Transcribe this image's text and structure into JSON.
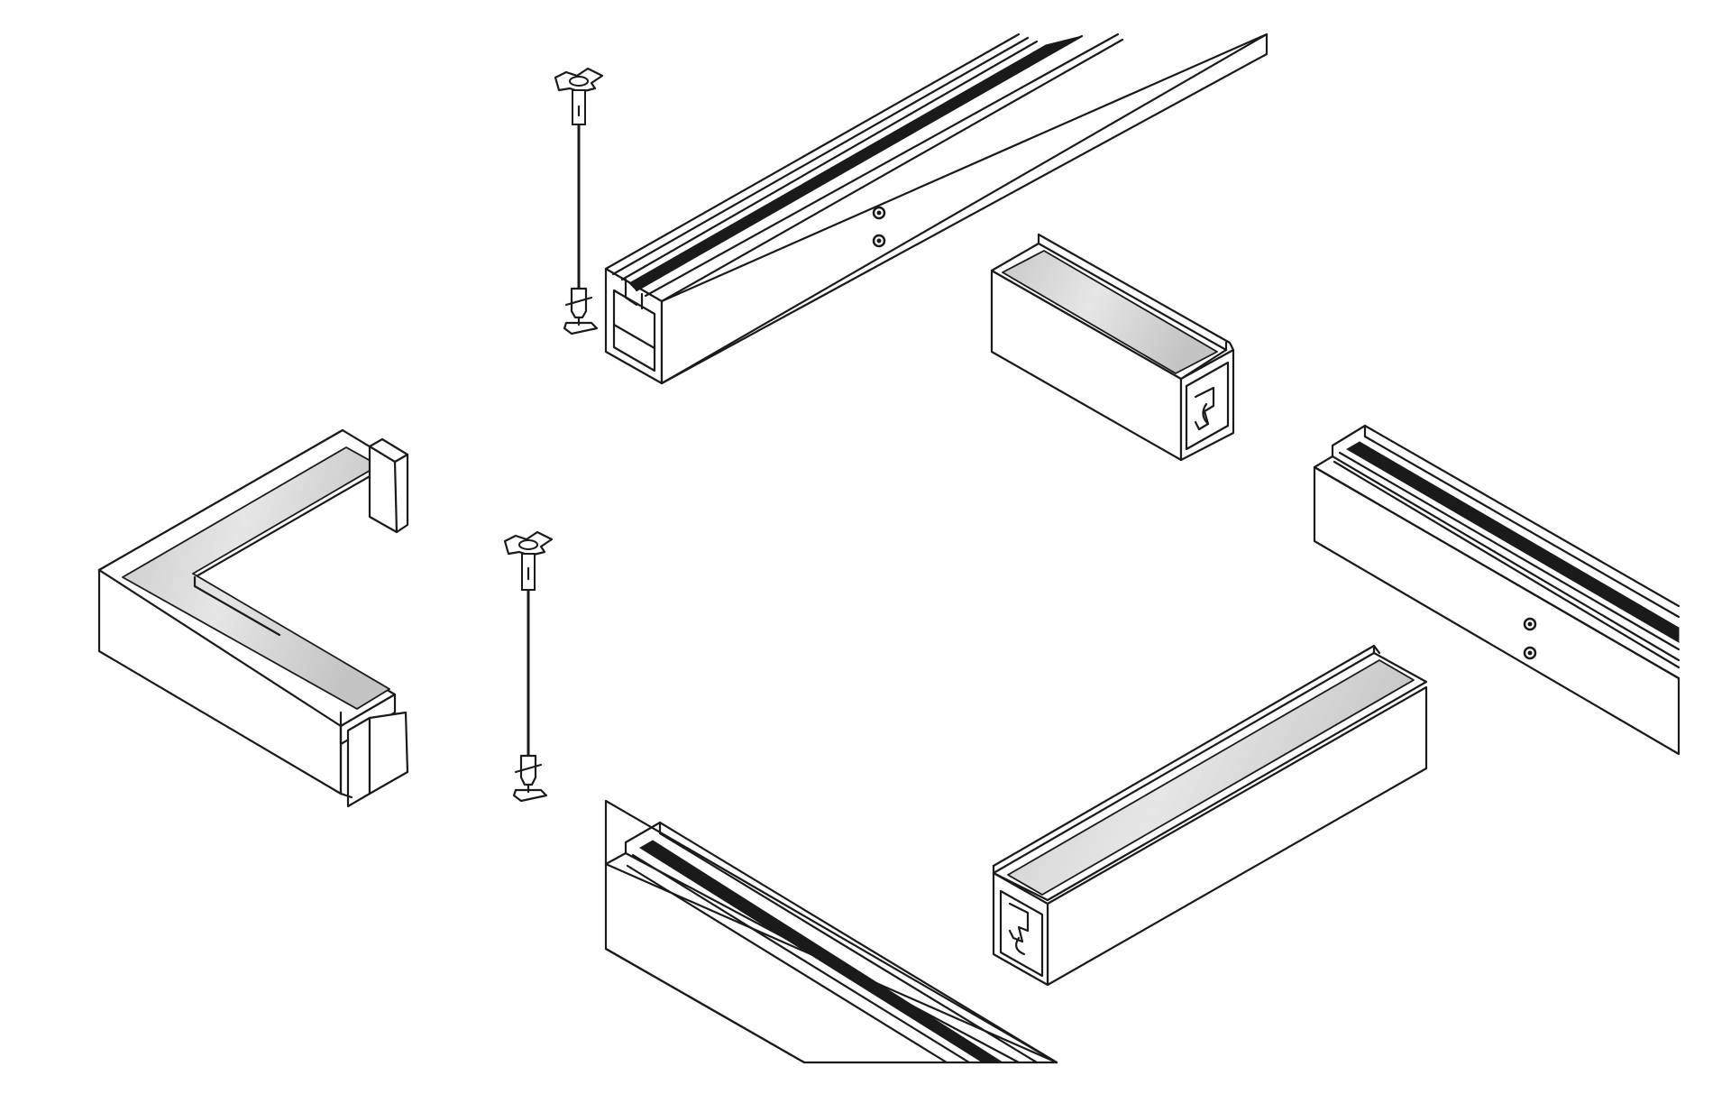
{
  "colors": {
    "background": "#ffffff",
    "outline": "#1a1a1a",
    "diffuser": "#cfcfcf",
    "diffuser_highlight": "#ececec"
  },
  "components": [
    {
      "name": "straight-profile-rail-top"
    },
    {
      "name": "suspension-cable-upper"
    },
    {
      "name": "suspension-cable-lower"
    },
    {
      "name": "short-profile-with-diffuser"
    },
    {
      "name": "corner-connector-l"
    },
    {
      "name": "straight-profile-rail-right"
    },
    {
      "name": "long-profile-with-diffuser"
    },
    {
      "name": "straight-profile-rail-bottom"
    }
  ]
}
